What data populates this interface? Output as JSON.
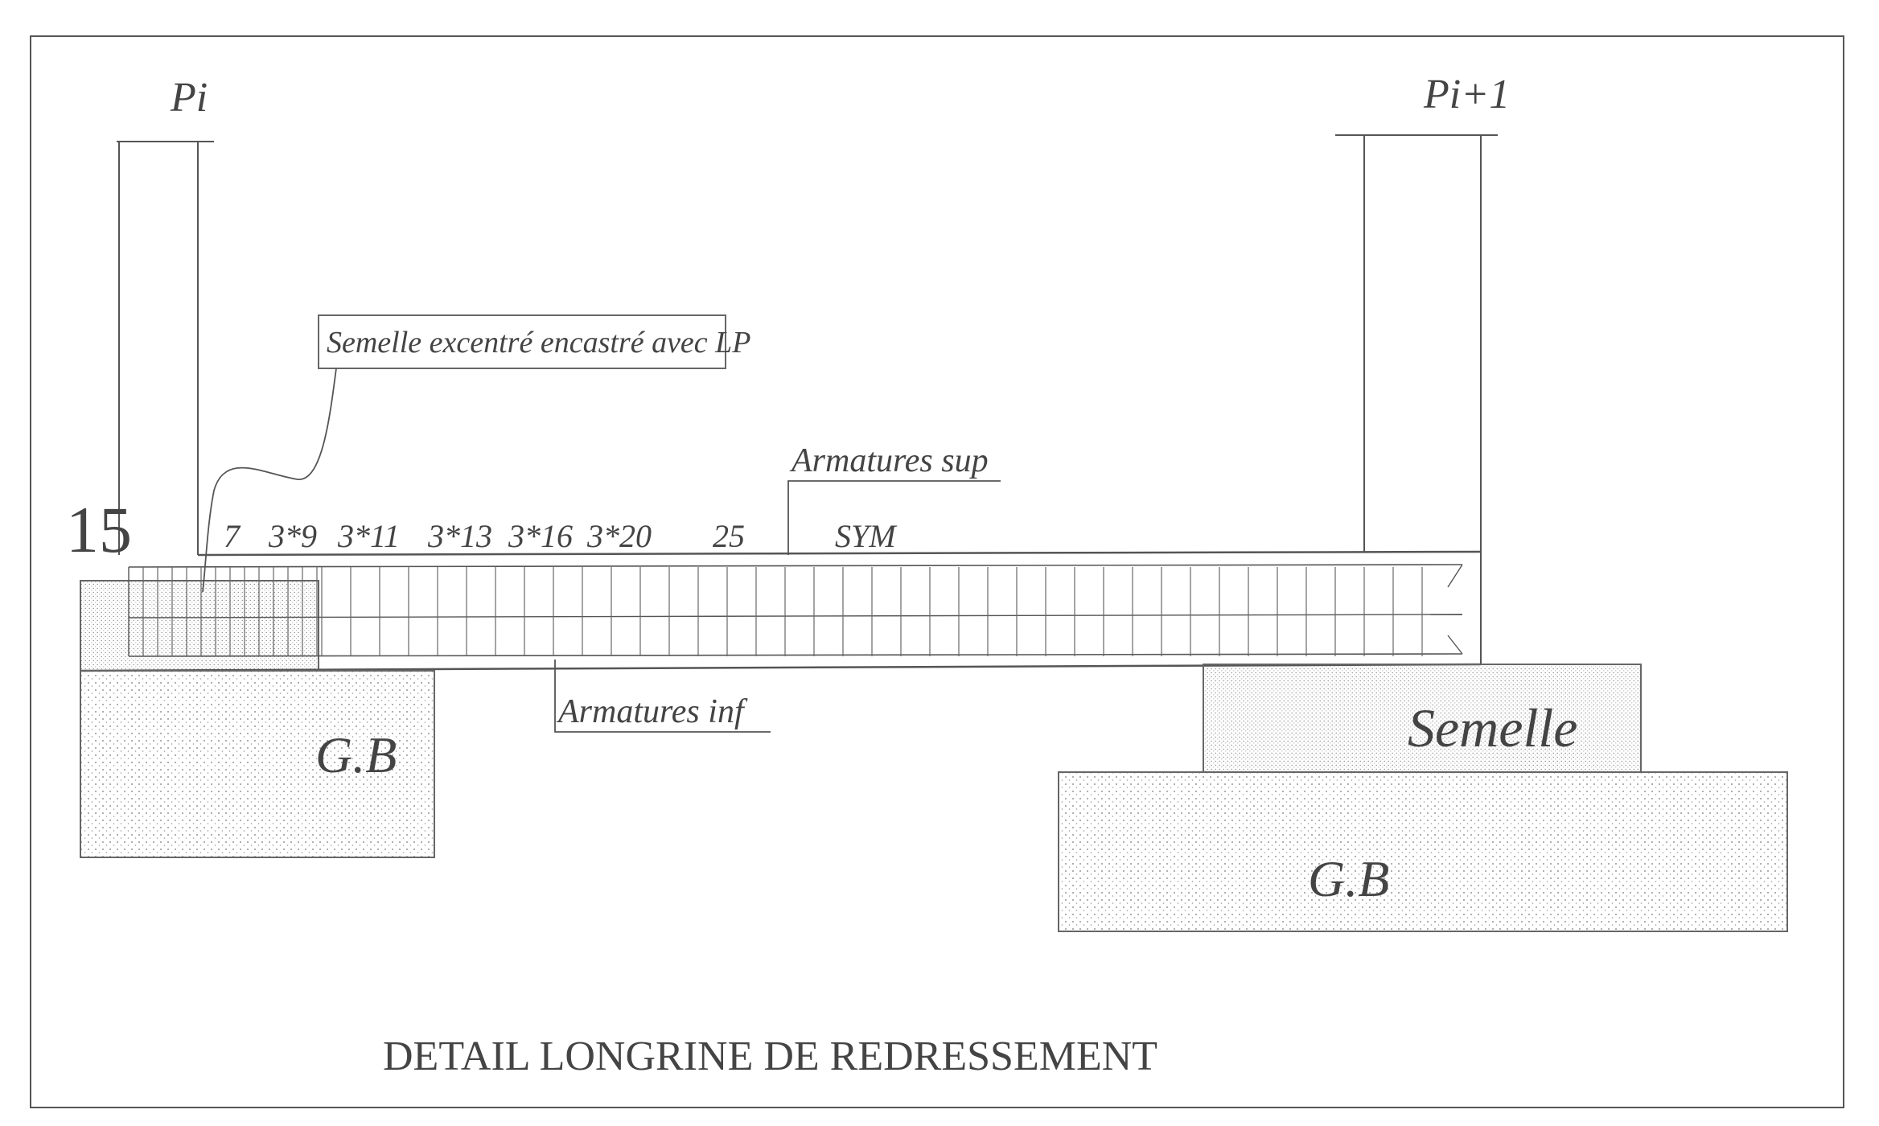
{
  "title": "DETAIL LONGRINE DE REDRESSEMENT",
  "columns": {
    "left": "Pi",
    "right": "Pi+1"
  },
  "dimension": "15",
  "callouts": {
    "footing_note": "Semelle excentré encastré avec LP",
    "top_rebar": "Armatures sup",
    "bottom_rebar": "Armatures inf"
  },
  "spacing_labels": [
    "7",
    "3*9",
    "3*11",
    "3*13",
    "3*16",
    "3*20",
    "25",
    "SYM"
  ],
  "blocks": {
    "lean_concrete_left": "G.B",
    "lean_concrete_right": "G.B",
    "footing_right": "Semelle"
  },
  "colors": {
    "ink": "#555555",
    "paper": "#ffffff"
  }
}
